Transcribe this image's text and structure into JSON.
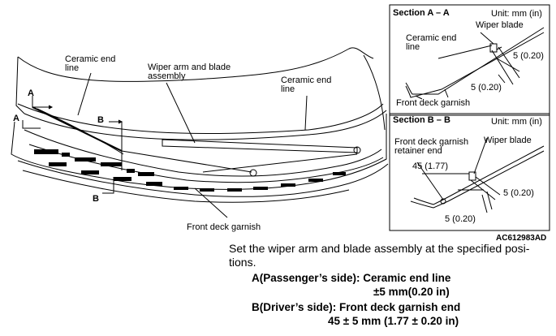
{
  "figure": {
    "code": "AC612983AD",
    "main_labels": {
      "ceramic_end_line_left_l1": "Ceramic end",
      "ceramic_end_line_left_l2": "line",
      "wiper_arm_l1": "Wiper arm and blade",
      "wiper_arm_l2": "assembly",
      "ceramic_end_line_right_l1": "Ceramic end",
      "ceramic_end_line_right_l2": "line",
      "front_deck_garnish": "Front deck garnish",
      "marker_a": "A",
      "marker_b": "B"
    },
    "section_a": {
      "title": "Section A – A",
      "unit": "Unit: mm (in)",
      "ceramic_l1": "Ceramic end",
      "ceramic_l2": "line",
      "wiper_blade": "Wiper blade",
      "dim_right": "5 (0.20)",
      "dim_bottom": "5 (0.20)",
      "front_deck_garnish": "Front deck garnish"
    },
    "section_b": {
      "title": "Section B – B",
      "unit": "Unit: mm (in)",
      "retainer_l1": "Front deck garnish",
      "retainer_l2": "retainer end",
      "wiper_blade": "Wiper blade",
      "dim_45": "45 (1.77)",
      "dim_right": "5 (0.20)",
      "dim_bottom": "5 (0.20)"
    }
  },
  "instruction": "Set the wiper arm and blade assembly at the specified positions.",
  "instruction_l1": "Set the wiper arm and blade assembly at the specified posi-",
  "instruction_l2": "tions.",
  "spec_a_l1": "A(Passenger’s side): Ceramic end line",
  "spec_a_l2": "±5 mm(0.20 in)",
  "spec_b_l1": "B(Driver’s side): Front deck garnish end",
  "spec_b_l2": "45 ± 5 mm (1.77 ± 0.20 in)"
}
